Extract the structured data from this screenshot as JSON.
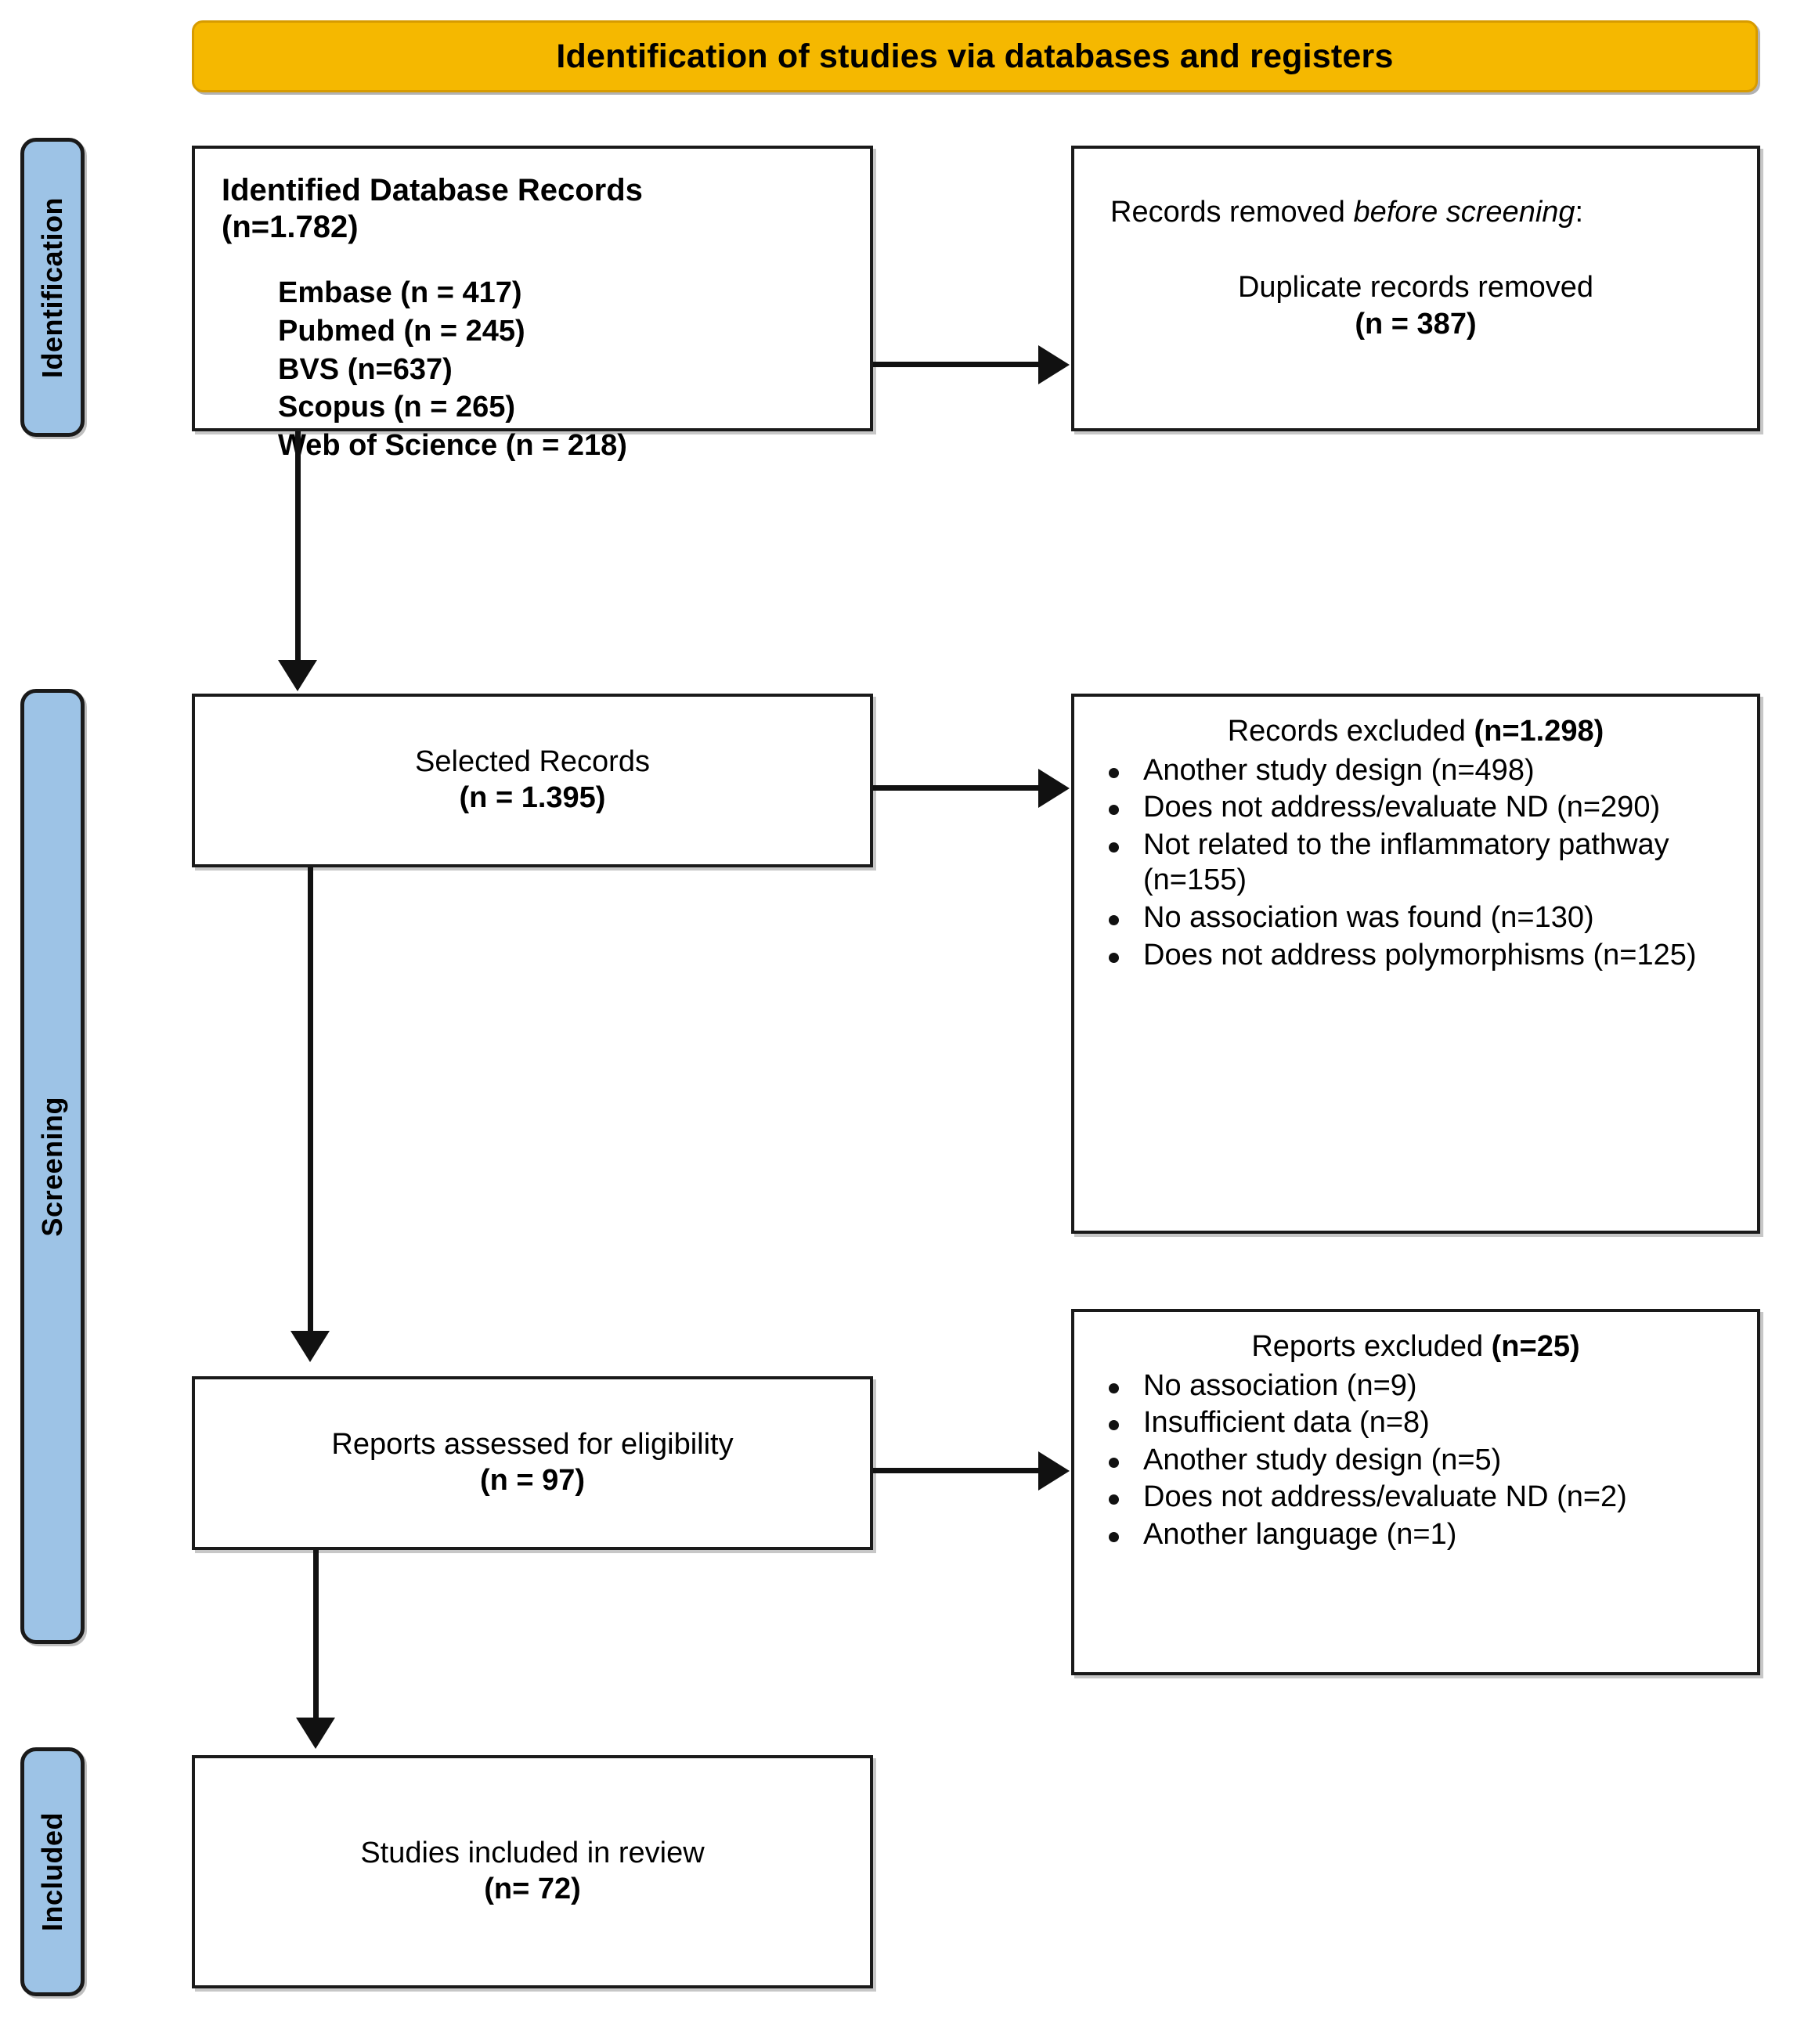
{
  "header": {
    "title": "Identification of studies via databases and registers",
    "bg_color": "#F5B800"
  },
  "phases": {
    "tab_color": "#9DC3E6",
    "identification": "Identification",
    "screening": "Screening",
    "included": "Included"
  },
  "boxes": {
    "identified": {
      "title_line1": "Identified Database Records",
      "title_line2": "(n=1.782)",
      "databases": [
        "Embase (n = 417)",
        "Pubmed (n = 245)",
        "BVS (n=637)",
        "Scopus (n = 265)",
        "Web of Science (n = 218)"
      ]
    },
    "removed_before_screening": {
      "head_prefix": "Records removed ",
      "head_italic": "before screening",
      "head_suffix": ":",
      "body_label": "Duplicate records removed",
      "body_value": "(n = 387)"
    },
    "selected_records": {
      "line1": "Selected Records",
      "line2": "(n = 1.395)"
    },
    "records_excluded": {
      "head_label": "Records excluded ",
      "head_value": "(n=1.298)",
      "items": [
        "Another study design (n=498)",
        "Does not address/evaluate ND (n=290)",
        "Not related to the inflammatory pathway (n=155)",
        "No association was found (n=130)",
        "Does not address polymorphisms (n=125)"
      ]
    },
    "reports_assessed": {
      "line1": "Reports assessed for eligibility",
      "line2": "(n = 97)"
    },
    "reports_excluded": {
      "head_label": "Reports excluded ",
      "head_value": "(n=25)",
      "items": [
        "No association (n=9)",
        "Insufficient data (n=8)",
        "Another study design (n=5)",
        "Does not address/evaluate ND (n=2)",
        "Another language (n=1)"
      ]
    },
    "studies_included": {
      "line1": "Studies included in review",
      "line2": "(n= 72)"
    }
  }
}
